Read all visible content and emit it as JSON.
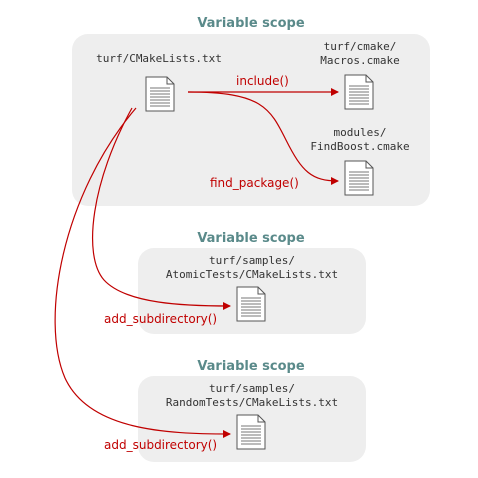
{
  "scopes": [
    {
      "title": "Variable scope",
      "files": [
        {
          "lines": [
            "turf/CMakeLists.txt"
          ]
        },
        {
          "lines": [
            "turf/cmake/",
            "Macros.cmake"
          ]
        },
        {
          "lines": [
            "modules/",
            "FindBoost.cmake"
          ]
        }
      ]
    },
    {
      "title": "Variable scope",
      "files": [
        {
          "lines": [
            "turf/samples/",
            "AtomicTests/CMakeLists.txt"
          ]
        }
      ]
    },
    {
      "title": "Variable scope",
      "files": [
        {
          "lines": [
            "turf/samples/",
            "RandomTests/CMakeLists.txt"
          ]
        }
      ]
    }
  ],
  "commands": {
    "include": "include()",
    "find_package": "find_package()",
    "add_subdirectory_1": "add_subdirectory()",
    "add_subdirectory_2": "add_subdirectory()"
  },
  "colors": {
    "box_fill": "#eeeeee",
    "title": "#5a8a8a",
    "arrow": "#c00000",
    "file_text": "#333333"
  },
  "icons": [
    "document-icon"
  ]
}
